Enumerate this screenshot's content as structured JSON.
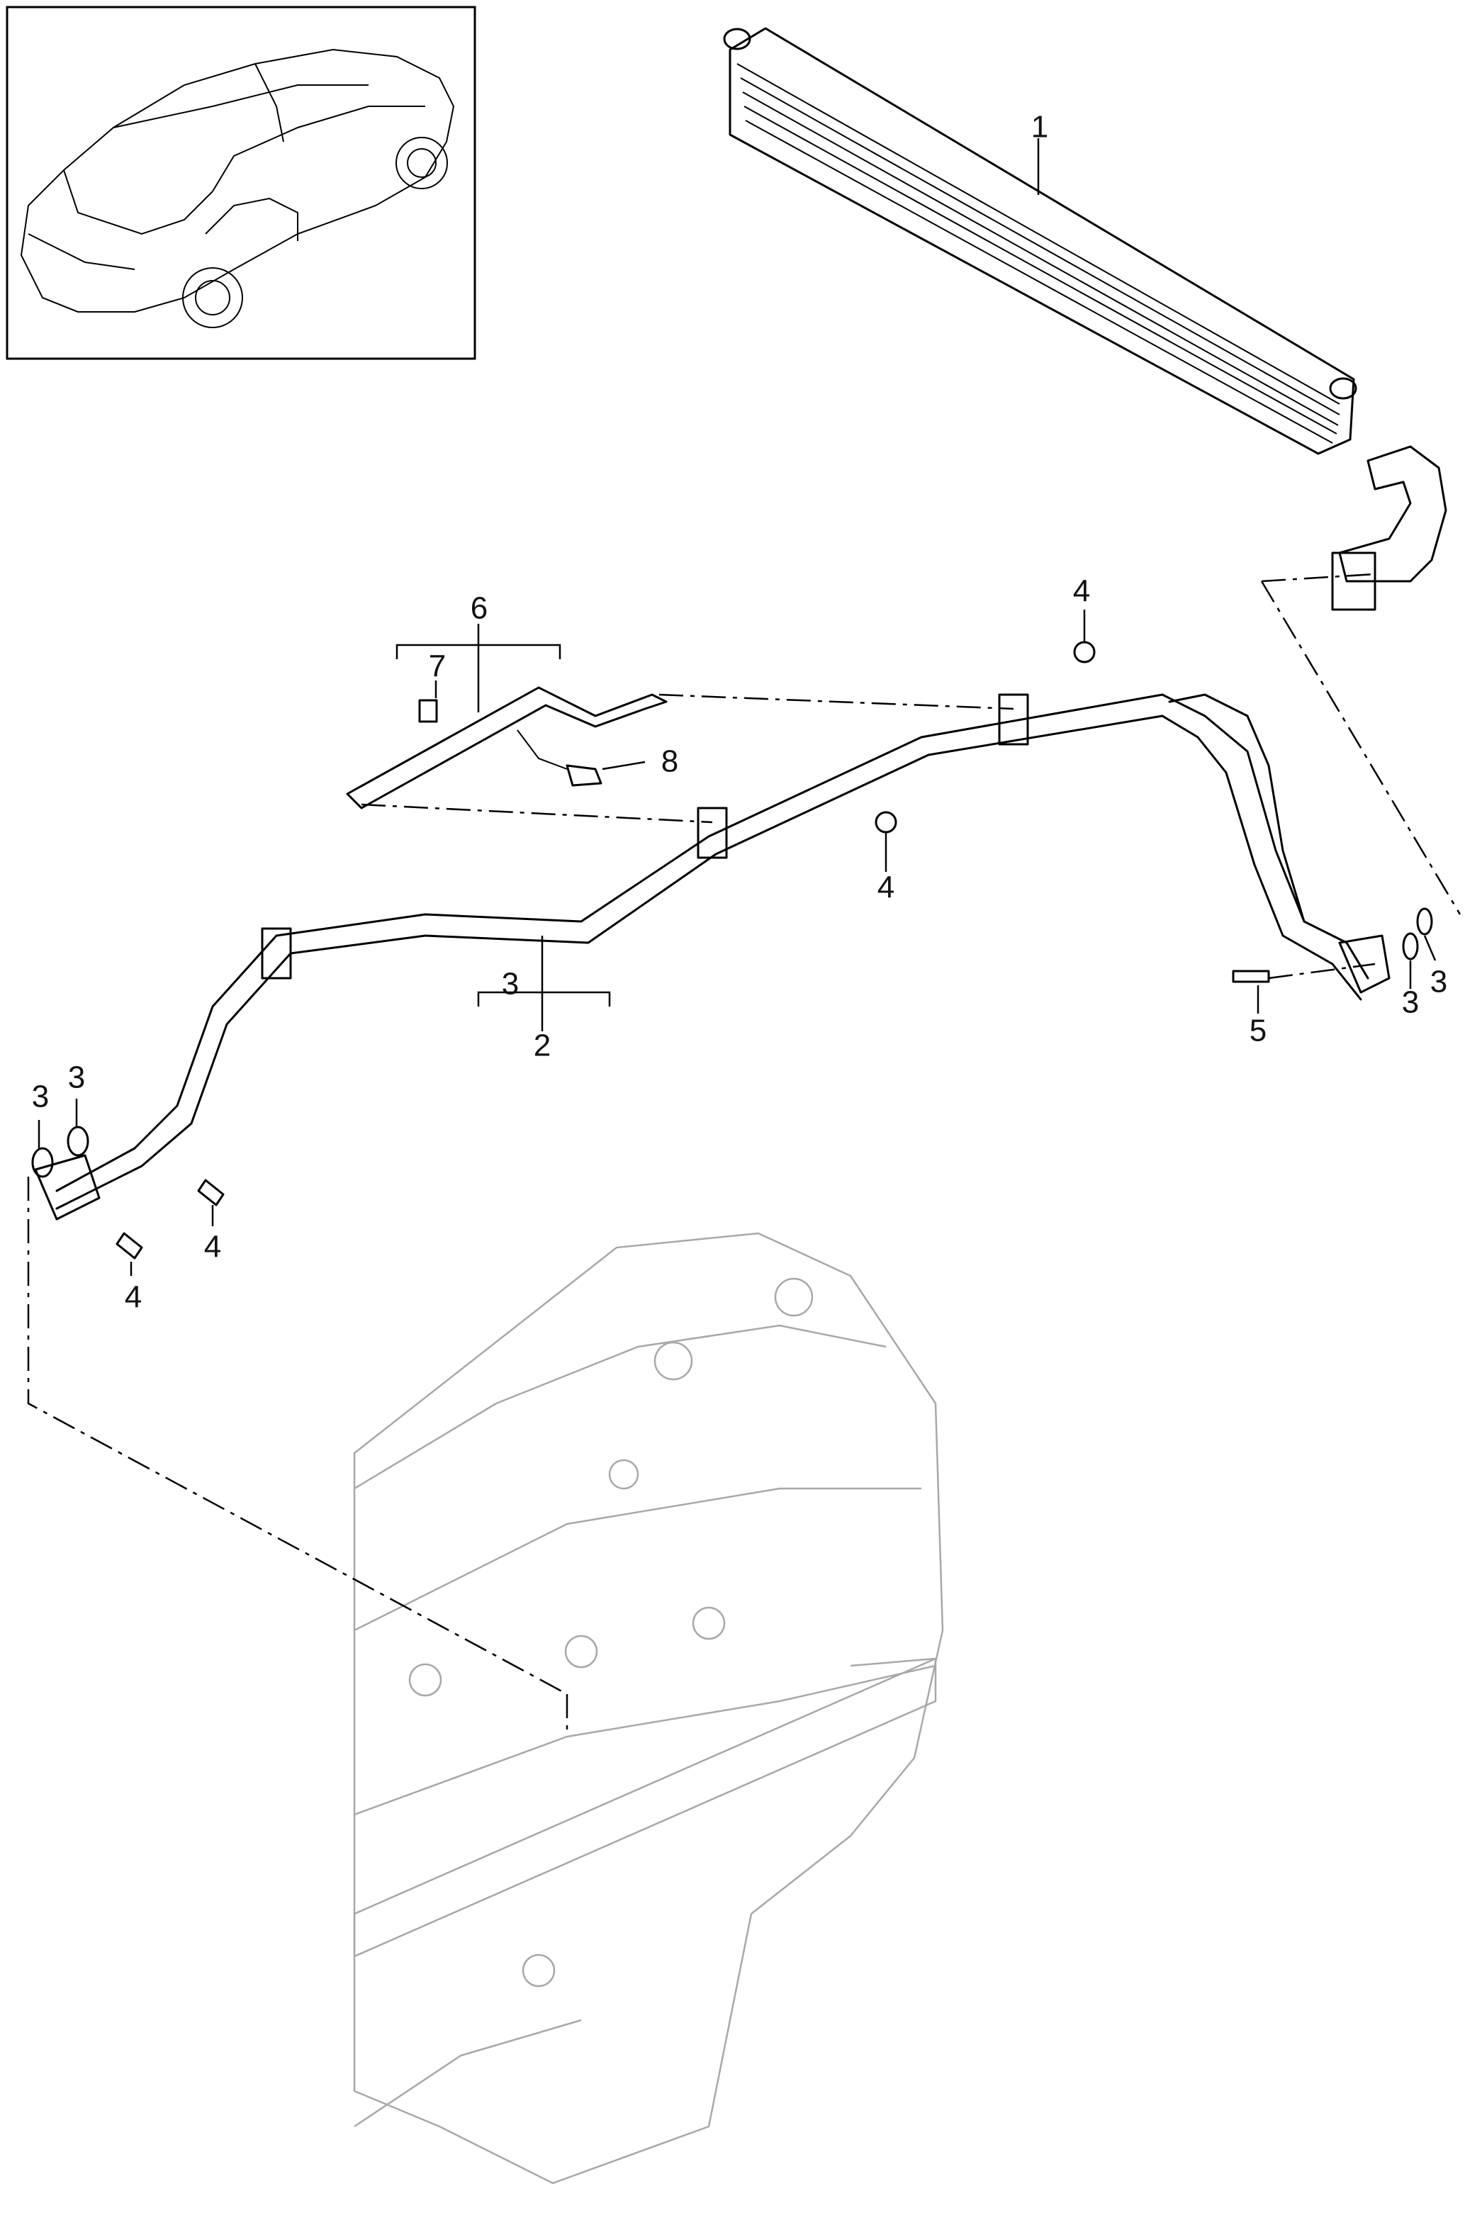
{
  "callouts": {
    "c1": "1",
    "c2": "2",
    "c3_bracket": "3",
    "c3_left_a": "3",
    "c3_left_b": "3",
    "c3_right_a": "3",
    "c3_right_b": "3",
    "c4_top": "4",
    "c4_mid": "4",
    "c4_left_a": "4",
    "c4_left_b": "4",
    "c5": "5",
    "c6": "6",
    "c7": "7",
    "c8": "8"
  },
  "colors": {
    "line": "#000000",
    "background_part": "#a8a8a8"
  }
}
